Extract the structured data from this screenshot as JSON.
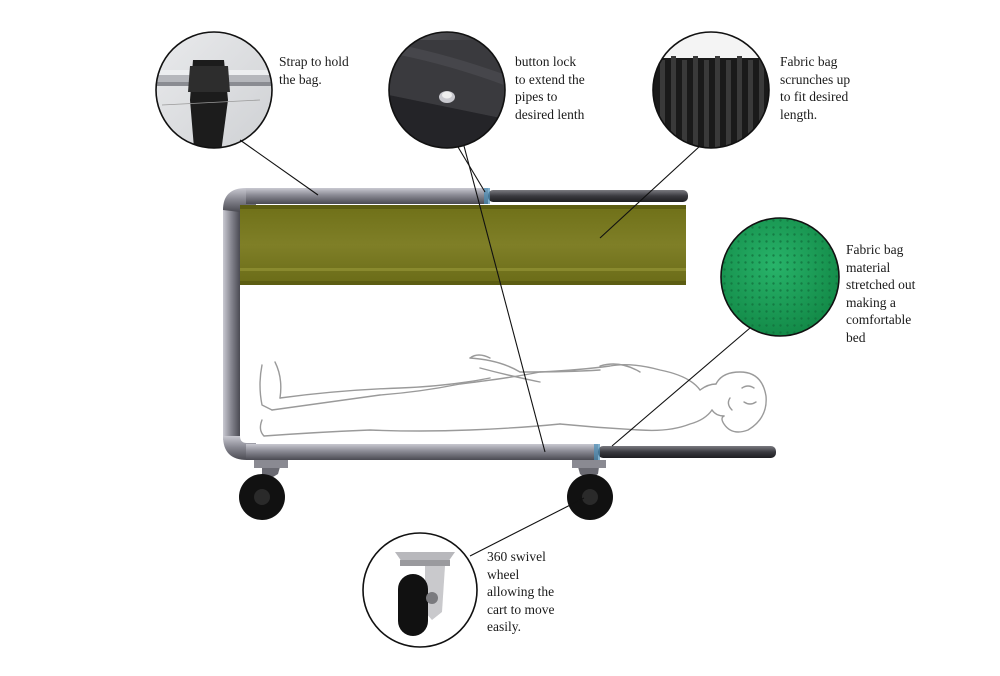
{
  "callouts": {
    "strap": {
      "lines": [
        "Strap to hold",
        "the bag."
      ]
    },
    "button_lock": {
      "lines": [
        "button lock",
        "to extend the",
        "pipes to",
        "desired lenth"
      ]
    },
    "fabric_scrunch": {
      "lines": [
        "Fabric bag",
        "scrunches up",
        "to fit desired",
        "length."
      ]
    },
    "fabric_material": {
      "lines": [
        "Fabric bag",
        "material",
        "stretched out",
        "making a",
        "comfortable",
        "bed"
      ]
    },
    "swivel_wheel": {
      "lines": [
        "360 swivel",
        "wheel",
        "allowing the",
        "cart to move",
        "easily."
      ]
    }
  },
  "colors": {
    "frame_pipe": "#7a7a84",
    "fabric_bag": "#7a7a22",
    "fabric_material": "#1e9e5a",
    "wheel": "#111111",
    "leader_line": "#111111"
  }
}
